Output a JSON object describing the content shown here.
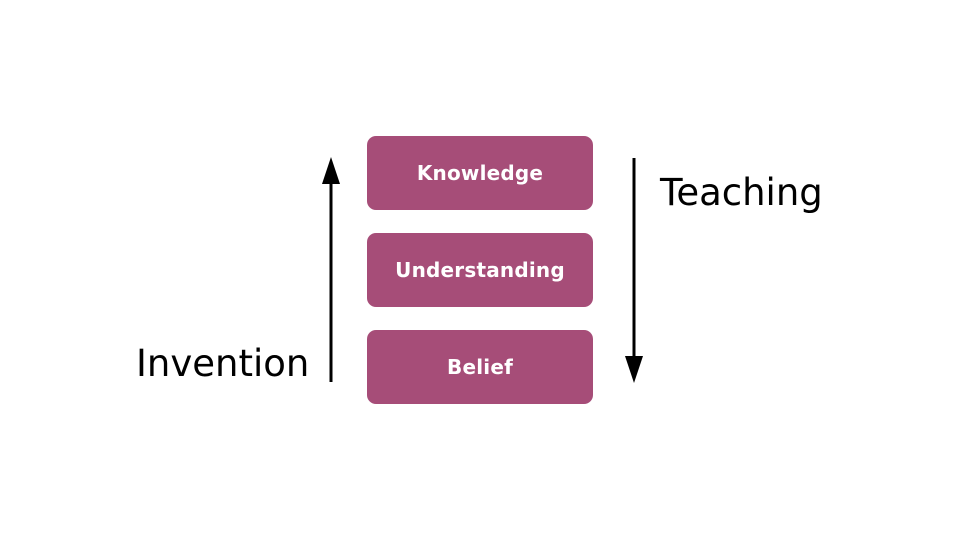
{
  "diagram": {
    "levels": [
      {
        "label": "Knowledge"
      },
      {
        "label": "Understanding"
      },
      {
        "label": "Belief"
      }
    ],
    "up_arrow_label": "Invention",
    "down_arrow_label": "Teaching"
  },
  "colors": {
    "box_fill": "#a64d78",
    "box_text": "#ffffff",
    "arrow": "#000000",
    "label_text": "#000000"
  }
}
